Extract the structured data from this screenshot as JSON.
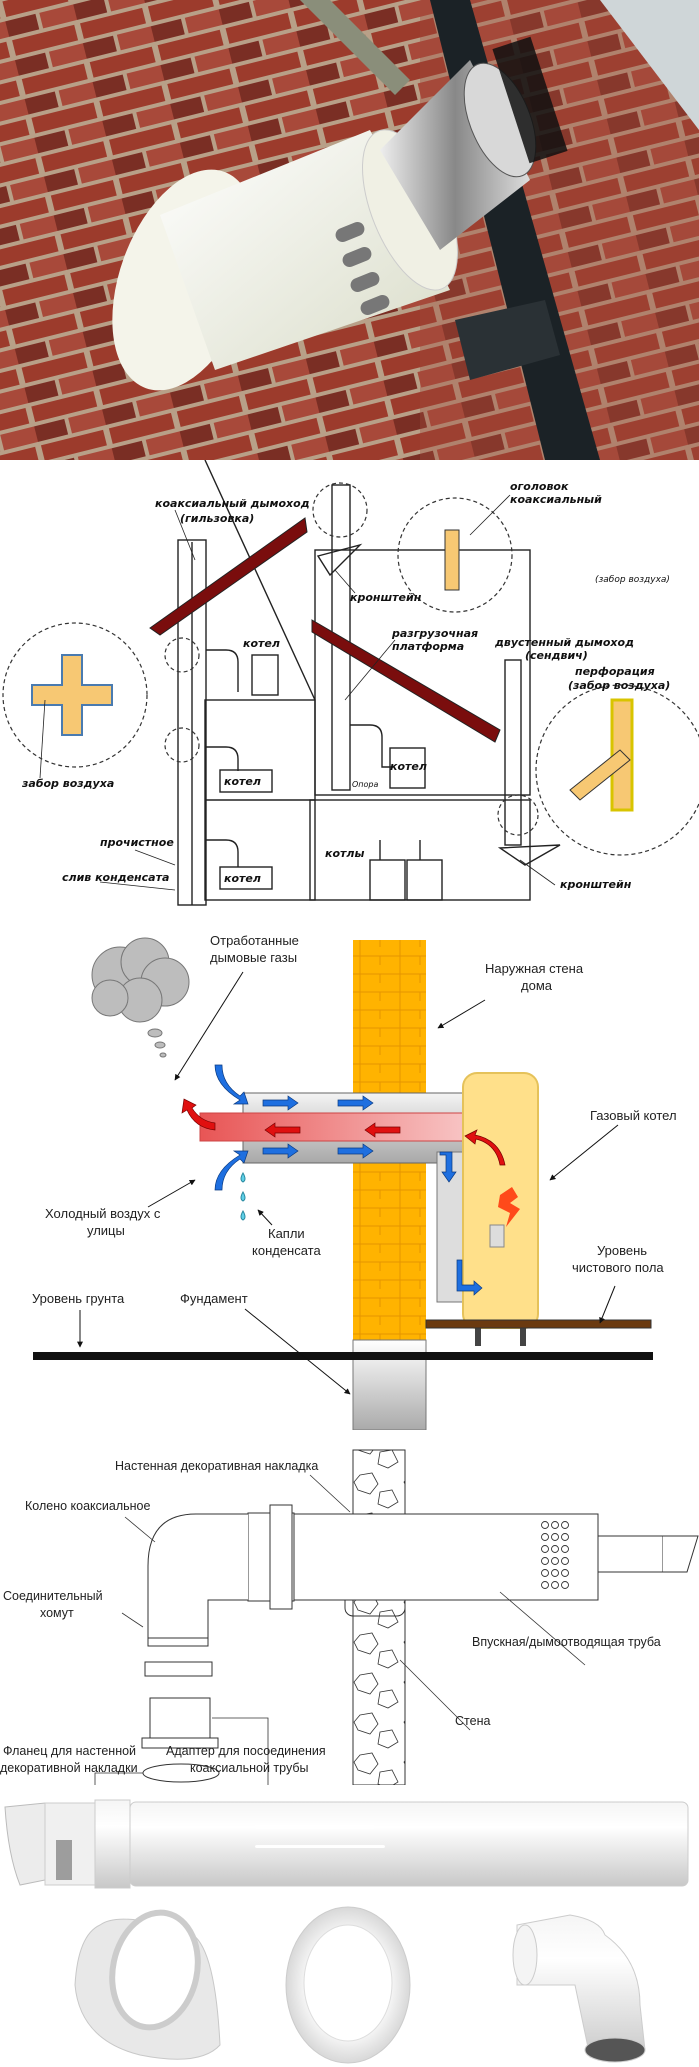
{
  "photo": {
    "alt": "Coaxial chimney terminal mounted on brick wall next to black drainpipe"
  },
  "scheme": {
    "labels": {
      "coaxial_chimney": "коаксиальный дымоход",
      "coaxial_chimney_sub": "(гильзовка)",
      "coaxial_cap": "оголовок",
      "coaxial_cap_sub": "коаксиальный",
      "air_intake_note": "(забор воздуха)",
      "bracket_top": "кронштейн",
      "unload_platform": "разгрузочная",
      "unload_platform_sub": "платформа",
      "double_wall": "двустенный дымоход",
      "double_wall_sub": "(сендвич)",
      "perforation": "перфорация",
      "perforation_sub": "(забор воздуха)",
      "boiler_1": "котел",
      "boiler_2": "котел",
      "boiler_3": "котел",
      "boiler_4": "котел",
      "boilers": "котлы",
      "support": "Опора",
      "air_intake": "забор воздуха",
      "cleanout": "прочистное",
      "condensate_drain": "слив конденсата",
      "bracket_bottom": "кронштейн"
    }
  },
  "flow": {
    "labels": {
      "exhaust": "Отработанные",
      "exhaust_sub": "дымовые газы",
      "outer_wall": "Наружная стена",
      "outer_wall_sub": "дома",
      "gas_boiler": "Газовый котел",
      "cold_air": "Холодный воздух с",
      "cold_air_sub": "улицы",
      "condensate": "Капли",
      "condensate_sub": "конденсата",
      "floor_level": "Уровень",
      "floor_level_sub": "чистового пола",
      "ground_level": "Уровень грунта",
      "foundation": "Фундамент"
    },
    "colors": {
      "brick": "#FFB300",
      "flue": "#E85555",
      "air_arrow": "#1E6FE0",
      "boiler": "#FFE08A",
      "floor": "#6B3A10"
    }
  },
  "assembly": {
    "labels": {
      "wall_plate": "Настенная декоративная накладка",
      "elbow": "Колено коаксиальное",
      "clamp": "Соединительный",
      "clamp_sub": "хомут",
      "pipe": "Впускная/дымоотводящая труба",
      "wall": "Стена",
      "flange": "Фланец для настенной",
      "flange_sub": "декоративной накладки",
      "adapter": "Адаптер для посоединения",
      "adapter_sub": "коаксиальной трубы"
    }
  },
  "parts": {
    "items": [
      "coaxial-pipe",
      "wall-cover-conical",
      "wall-ring",
      "coaxial-elbow"
    ]
  }
}
